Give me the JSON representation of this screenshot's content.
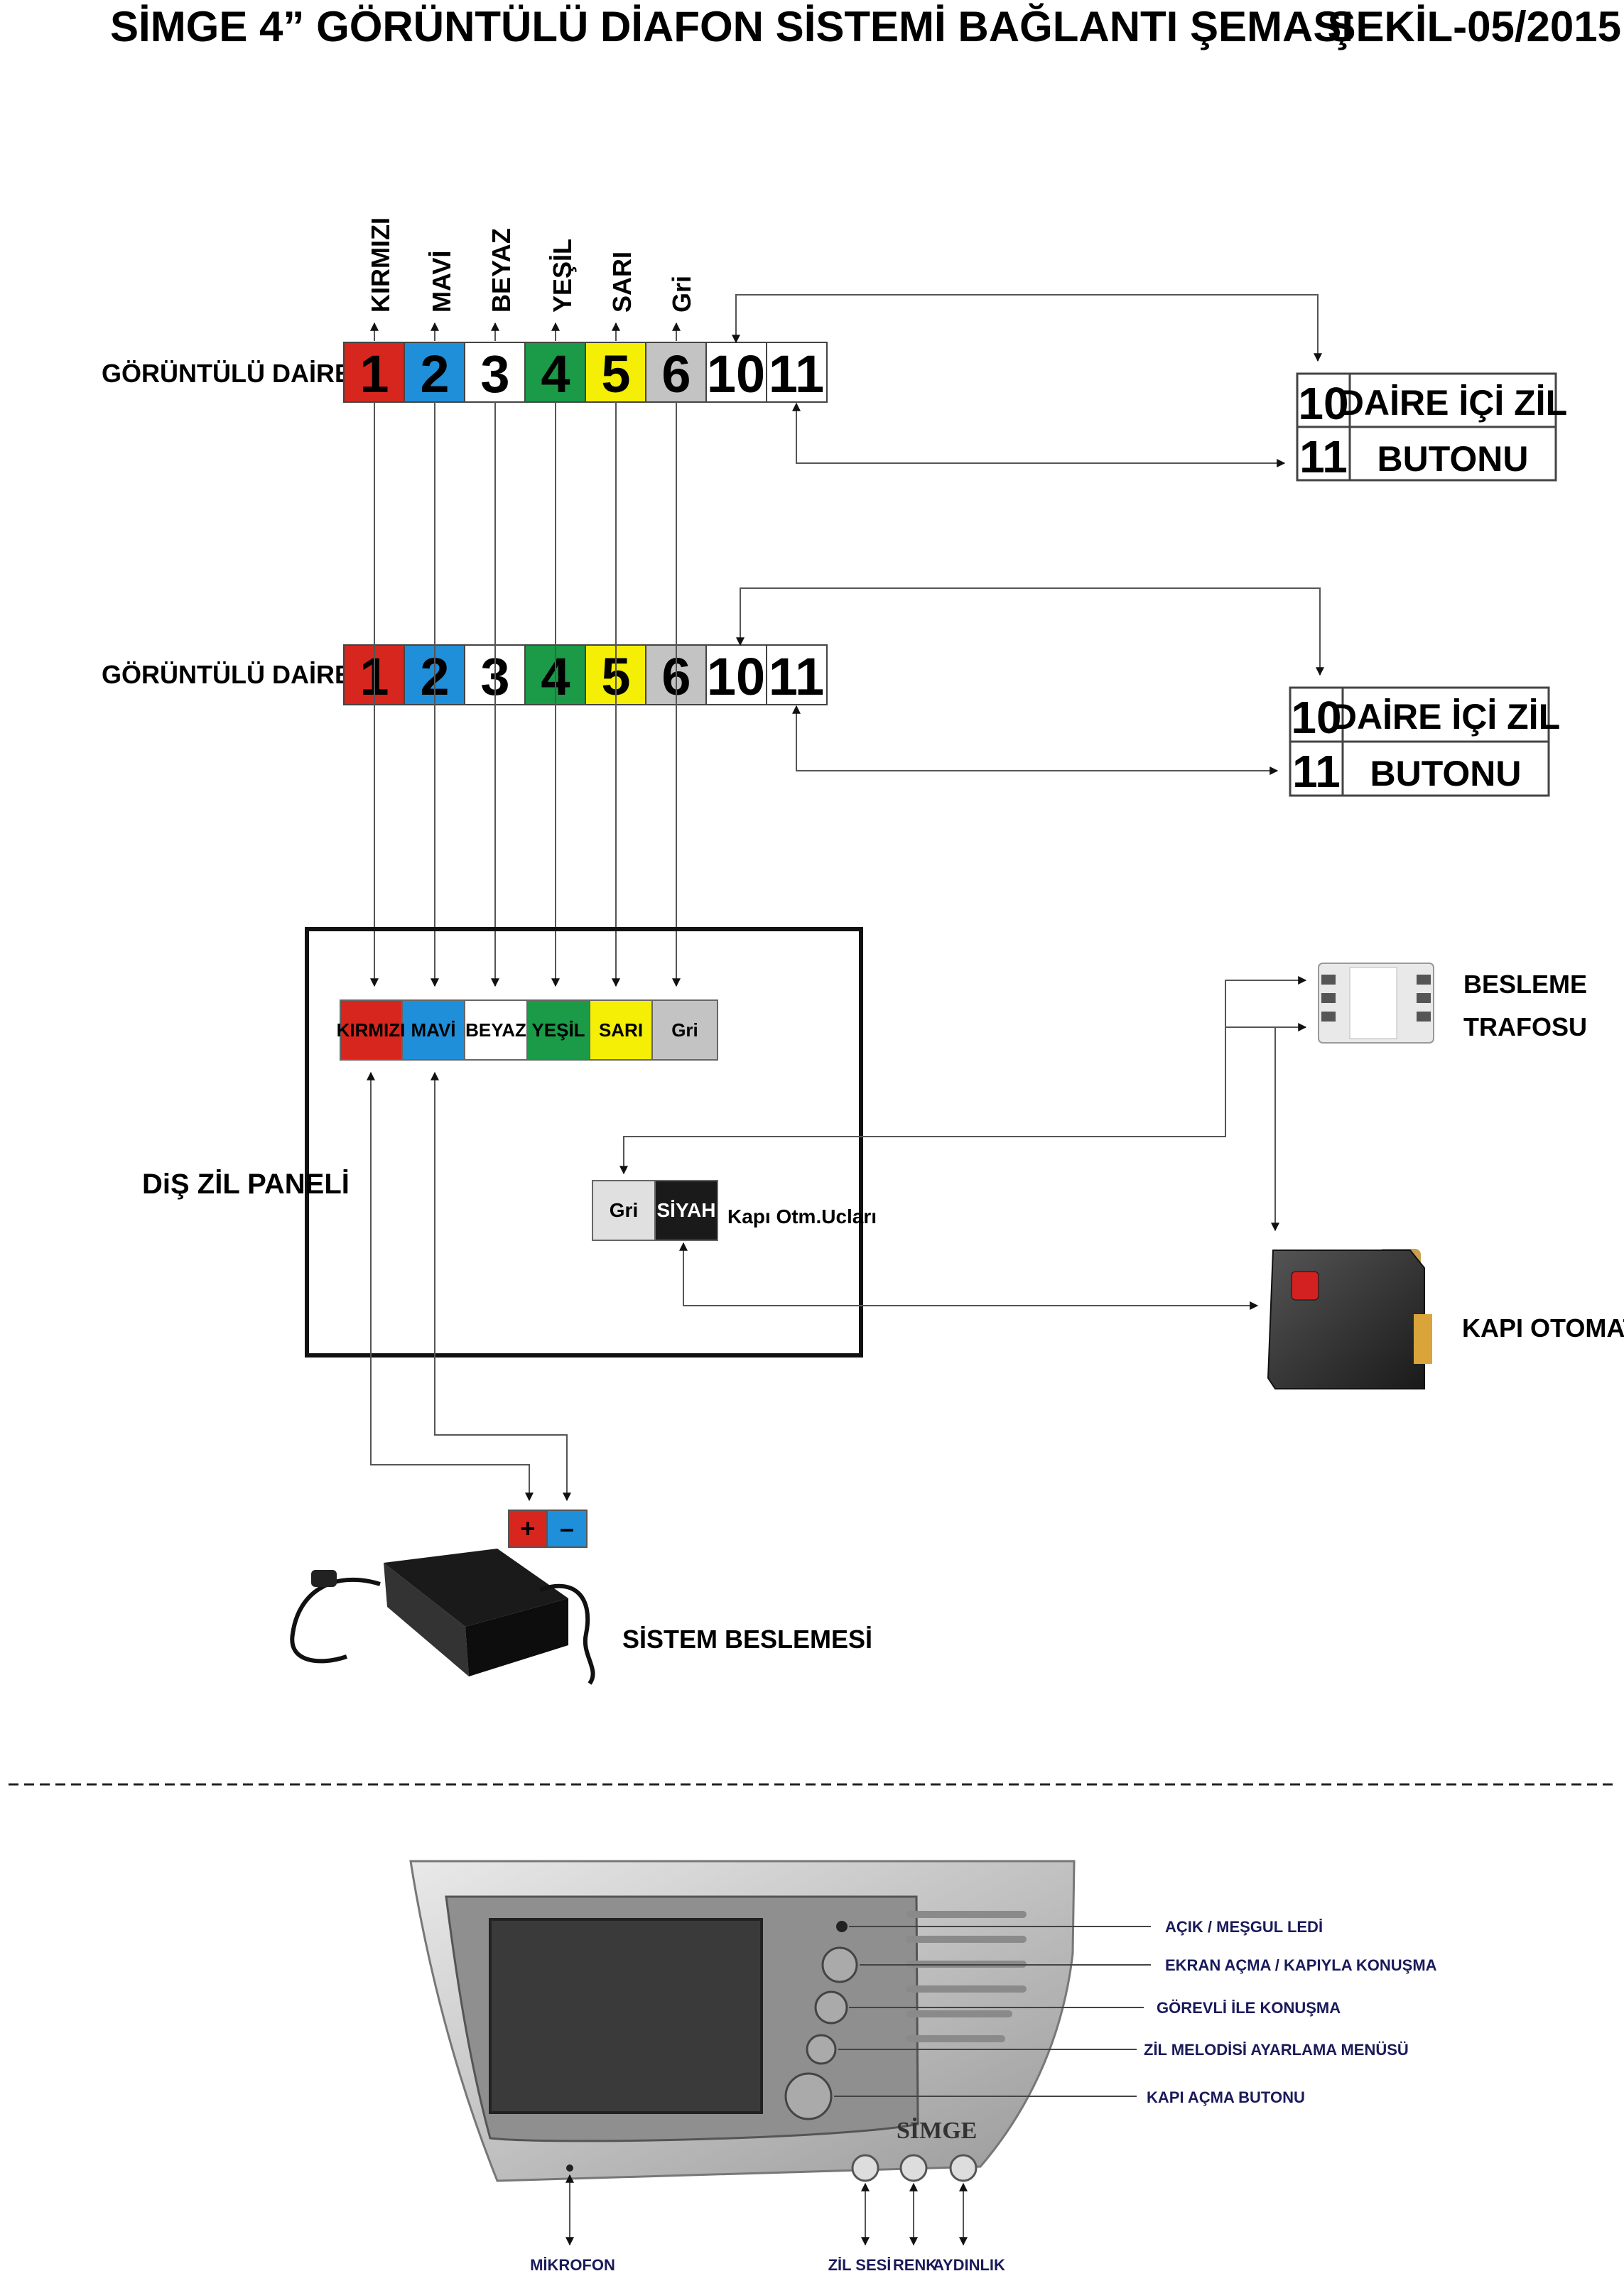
{
  "header": {
    "title": "SİMGE 4” GÖRÜNTÜLÜ DİAFON SİSTEMİ BAĞLANTI ŞEMASI",
    "code": "ŞEKİL-05/2015"
  },
  "wire_colors": [
    "KIRMIZI",
    "MAVİ",
    "BEYAZ",
    "YEŞİL",
    "SARI",
    "Gri"
  ],
  "colors": {
    "red": "#d7261d",
    "blue": "#1f8fd9",
    "white": "#ffffff",
    "green": "#1b9a48",
    "yellow": "#f5ee05",
    "gray": "#c3c3c3",
    "black": "#1a1a1a"
  },
  "intercom_units": [
    {
      "label": "GÖRÜNTÜLÜ DAİRE DİAFONU",
      "terminals": [
        "1",
        "2",
        "3",
        "4",
        "5",
        "6",
        "10",
        "11"
      ],
      "bell": {
        "rows": [
          {
            "num": "10",
            "text": "DAİRE İÇİ ZİL"
          },
          {
            "num": "11",
            "text": "BUTONU"
          }
        ]
      }
    },
    {
      "label": "GÖRÜNTÜLÜ DAİRE DİAFONU",
      "terminals": [
        "1",
        "2",
        "3",
        "4",
        "5",
        "6",
        "10",
        "11"
      ],
      "bell": {
        "rows": [
          {
            "num": "10",
            "text": "DAİRE İÇİ ZİL"
          },
          {
            "num": "11",
            "text": "BUTONU"
          }
        ]
      }
    }
  ],
  "panel": {
    "label": "DiŞ ZİL PANELİ",
    "terminals": [
      "KIRMIZI",
      "MAVİ",
      "BEYAZ",
      "YEŞİL",
      "SARI",
      "Gri"
    ],
    "lock_terminals": [
      "Gri",
      "SİYAH"
    ],
    "lock_label": "Kapı Otm.Ucları"
  },
  "transformer": {
    "line1": "BESLEME",
    "line2": "TRAFOSU"
  },
  "door_lock": {
    "label": "KAPI OTOMATİĞİ"
  },
  "power": {
    "plus": "+",
    "minus": "–",
    "label": "SİSTEM BESLEMESİ"
  },
  "monitor": {
    "logo": "SİMGE",
    "callouts": [
      "AÇIK / MEŞGUL LEDİ",
      "EKRAN AÇMA / KAPIYLA KONUŞMA",
      "GÖREVLİ İLE KONUŞMA",
      "ZİL MELODİSİ AYARLAMA MENÜSÜ",
      "KAPI AÇMA BUTONU"
    ],
    "bottom_labels": [
      "MİKROFON",
      "ZİL SESİ",
      "RENK",
      "AYDINLIK"
    ]
  }
}
